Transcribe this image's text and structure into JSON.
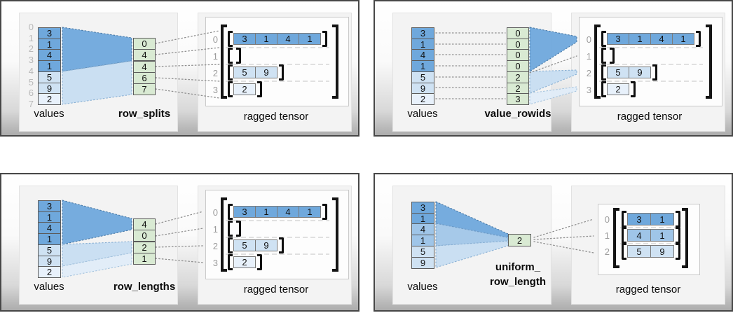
{
  "colors": {
    "value_dark": "#6fa8dc",
    "value_medium": "#9fc5e8",
    "value_light": "#cfe2f3",
    "value_lighter": "#e8f1fb",
    "rowid_green": "#d9ead3",
    "bracket_black": "#141414",
    "index_gray": "#b9b9b9",
    "row_label_gray": "#9c9c9c"
  },
  "quadrants": [
    {
      "id": "row-splits",
      "values": {
        "label": "values",
        "cells": [
          "3",
          "1",
          "4",
          "1",
          "5",
          "9",
          "2"
        ],
        "shades": [
          "dark",
          "dark",
          "dark",
          "dark",
          "light",
          "light",
          "lighter"
        ],
        "boundary_indices": [
          "0",
          "1",
          "2",
          "3",
          "4",
          "5",
          "6",
          "7"
        ]
      },
      "method": {
        "label": "row_splits",
        "cells": [
          "0",
          "4",
          "4",
          "6",
          "7"
        ]
      },
      "tensor": {
        "label": "ragged tensor",
        "rows": [
          {
            "label": "0",
            "cells": [
              "3",
              "1",
              "4",
              "1"
            ],
            "shade": "dark"
          },
          {
            "label": "1",
            "cells": [],
            "shade": "dark"
          },
          {
            "label": "2",
            "cells": [
              "5",
              "9"
            ],
            "shade": "light"
          },
          {
            "label": "3",
            "cells": [
              "2"
            ],
            "shade": "lighter"
          }
        ]
      }
    },
    {
      "id": "value-rowids",
      "values": {
        "label": "values",
        "cells": [
          "3",
          "1",
          "4",
          "1",
          "5",
          "9",
          "2"
        ],
        "shades": [
          "dark",
          "dark",
          "dark",
          "dark",
          "light",
          "light",
          "lighter"
        ]
      },
      "method": {
        "label": "value_rowids",
        "cells": [
          "0",
          "0",
          "0",
          "0",
          "2",
          "2",
          "3"
        ]
      },
      "tensor": {
        "label": "ragged tensor",
        "rows": [
          {
            "label": "0",
            "cells": [
              "3",
              "1",
              "4",
              "1"
            ],
            "shade": "dark"
          },
          {
            "label": "1",
            "cells": [],
            "shade": "dark"
          },
          {
            "label": "2",
            "cells": [
              "5",
              "9"
            ],
            "shade": "light"
          },
          {
            "label": "3",
            "cells": [
              "2"
            ],
            "shade": "lighter"
          }
        ]
      }
    },
    {
      "id": "row-lengths",
      "values": {
        "label": "values",
        "cells": [
          "3",
          "1",
          "4",
          "1",
          "5",
          "9",
          "2"
        ],
        "shades": [
          "dark",
          "dark",
          "dark",
          "dark",
          "light",
          "light",
          "lighter"
        ]
      },
      "method": {
        "label": "row_lengths",
        "cells": [
          "4",
          "0",
          "2",
          "1"
        ]
      },
      "tensor": {
        "label": "ragged tensor",
        "rows": [
          {
            "label": "0",
            "cells": [
              "3",
              "1",
              "4",
              "1"
            ],
            "shade": "dark"
          },
          {
            "label": "1",
            "cells": [],
            "shade": "dark"
          },
          {
            "label": "2",
            "cells": [
              "5",
              "9"
            ],
            "shade": "light"
          },
          {
            "label": "3",
            "cells": [
              "2"
            ],
            "shade": "lighter"
          }
        ]
      }
    },
    {
      "id": "uniform-row-length",
      "values": {
        "label": "values",
        "cells": [
          "3",
          "1",
          "4",
          "1",
          "5",
          "9"
        ],
        "shades": [
          "dark",
          "dark",
          "medium",
          "medium",
          "light",
          "light"
        ]
      },
      "method": {
        "label_lines": [
          "uniform_",
          "row_length"
        ],
        "cells": [
          "2"
        ]
      },
      "tensor": {
        "label": "ragged tensor",
        "rows": [
          {
            "label": "0",
            "cells": [
              "3",
              "1"
            ],
            "shade": "dark"
          },
          {
            "label": "1",
            "cells": [
              "4",
              "1"
            ],
            "shade": "medium"
          },
          {
            "label": "2",
            "cells": [
              "5",
              "9"
            ],
            "shade": "light"
          }
        ]
      }
    }
  ]
}
